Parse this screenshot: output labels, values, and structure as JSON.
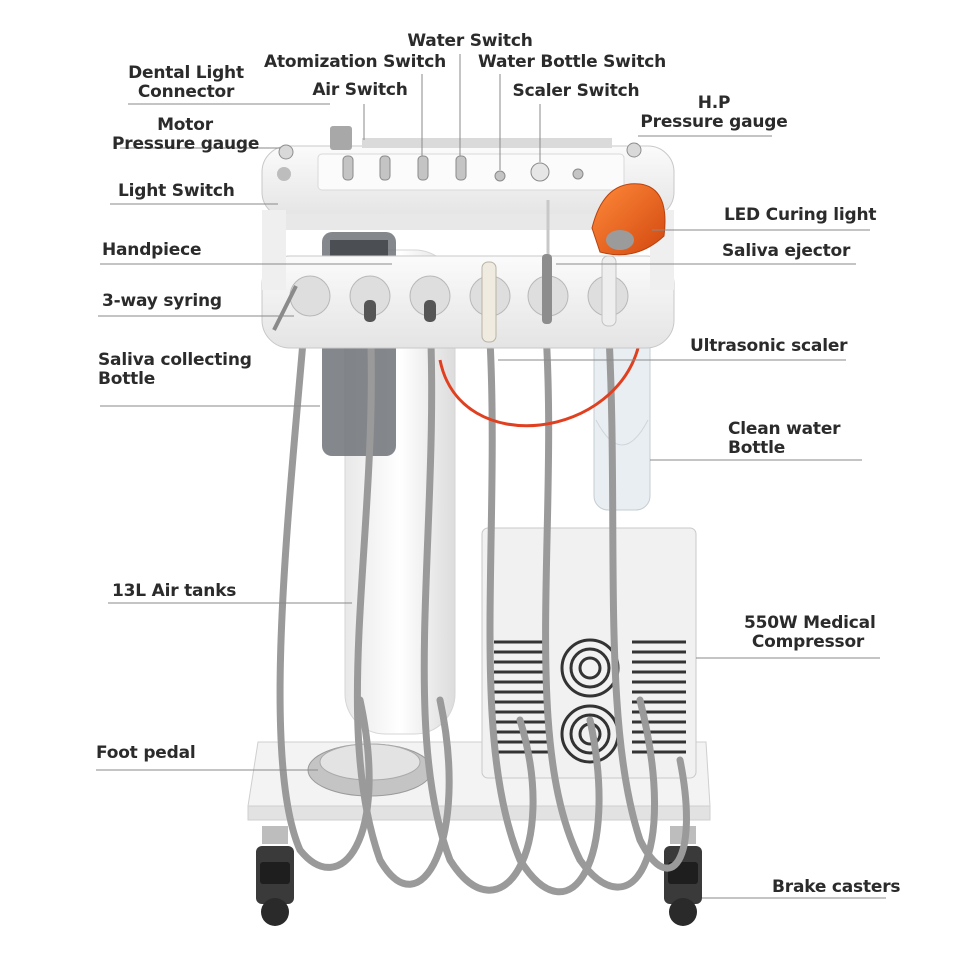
{
  "labels": {
    "dental_light_connector": [
      "Dental Light",
      "Connector"
    ],
    "motor_pressure_gauge": [
      "Motor",
      "Pressure gauge"
    ],
    "light_switch": "Light Switch",
    "handpiece": "Handpiece",
    "three_way_syringe": "3-way syring",
    "saliva_collecting_bottle": [
      "Saliva collecting",
      "Bottle"
    ],
    "air_tanks": "13L Air tanks",
    "foot_pedal": "Foot pedal",
    "atomization_switch": "Atomization Switch",
    "air_switch": "Air Switch",
    "water_switch": "Water Switch",
    "water_bottle_switch": "Water Bottle Switch",
    "scaler_switch": "Scaler Switch",
    "hp_pressure_gauge": [
      "H.P",
      "Pressure gauge"
    ],
    "led_curing_light": "LED Curing light",
    "saliva_ejector": "Saliva ejector",
    "ultrasonic_scaler": "Ultrasonic scaler",
    "clean_water_bottle": [
      "Clean water",
      "Bottle"
    ],
    "medical_compressor": [
      "550W Medical",
      "Compressor"
    ],
    "brake_casters": "Brake casters"
  },
  "colors": {
    "label_text": "#2b2b2b",
    "leader_line": "#8a8a8a",
    "unit_body": "#f2f2f2",
    "hose": "#9a9a9a",
    "curing_light": "#e8621a",
    "red_hose": "#e04020"
  }
}
